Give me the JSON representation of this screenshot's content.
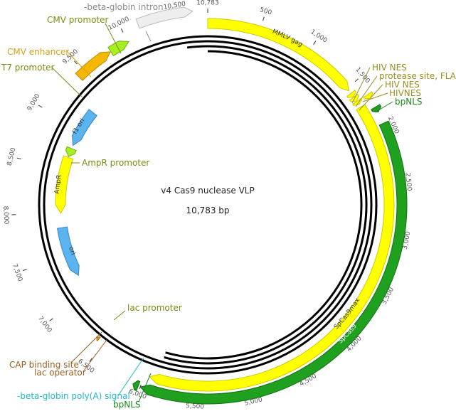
{
  "map": {
    "name": "v4 Cas9 nuclease VLP",
    "length_label": "10,783 bp",
    "length": 10783,
    "tick_step": 500
  },
  "features": [
    {
      "name": "MMLV gag",
      "start": 0,
      "end": 1530,
      "color": "#ffff00",
      "edge": "#cccc00",
      "track": "outer1",
      "strand": "+",
      "label_inside": true
    },
    {
      "name": "HIV NES",
      "start": 1560,
      "end": 1600,
      "color": "#ffff00",
      "edge": "#cccc00",
      "track": "outer1",
      "strand": "+"
    },
    {
      "name": "protease site, FLAG",
      "start": 1605,
      "end": 1650,
      "color": "#ffff00",
      "edge": "#cccc00",
      "track": "outer1",
      "strand": "+"
    },
    {
      "name": "HIV NES",
      "start": 1655,
      "end": 1690,
      "color": "#ffff00",
      "edge": "#cccc00",
      "track": "outer1",
      "strand": "+"
    },
    {
      "name": "HIVNES",
      "start": 1660,
      "end": 1700,
      "color": "#ffff00",
      "edge": "#cccc00",
      "track": "outer2",
      "strand": "+"
    },
    {
      "name": "bpNLS",
      "start": 1790,
      "end": 1840,
      "color": "#1fa01f",
      "edge": "#127012",
      "track": "outer2",
      "strand": "+"
    },
    {
      "name": "SpCas9max",
      "start": 1720,
      "end": 5950,
      "color": "#ffff00",
      "edge": "#cccc00",
      "track": "outer1",
      "strand": "+",
      "label_inside": true
    },
    {
      "name": "SpCas9",
      "start": 1950,
      "end": 6000,
      "color": "#1fa01f",
      "edge": "#127012",
      "track": "outer2",
      "strand": "+",
      "label_inside": true
    },
    {
      "name": "bpNLS",
      "start": 6020,
      "end": 6070,
      "color": "#1fa01f",
      "edge": "#127012",
      "track": "outer2",
      "strand": "+"
    },
    {
      "name": "lac operator",
      "start": 6560,
      "end": 6585,
      "color": "#e0a020",
      "edge": "#b07010",
      "track": "outer0",
      "strand": "+"
    },
    {
      "name": "ori",
      "start": 7230,
      "end": 7820,
      "color": "#5ab4f0",
      "edge": "#3a84c0",
      "track": "inner",
      "strand": "-",
      "label_inside": true
    },
    {
      "name": "AmpR",
      "start": 7990,
      "end": 8650,
      "color": "#ffff00",
      "edge": "#cccc00",
      "track": "inner",
      "strand": "-",
      "label_inside": true
    },
    {
      "name": "AmpR promoter",
      "start": 8660,
      "end": 8760,
      "color": "#a6f020",
      "edge": "#70b010",
      "track": "inner",
      "strand": "-"
    },
    {
      "name": "f1 ori",
      "start": 8800,
      "end": 9250,
      "color": "#5ab4f0",
      "edge": "#3a84c0",
      "track": "inner",
      "strand": "-",
      "label_inside": true
    },
    {
      "name": "CMV enhancer",
      "start": 9430,
      "end": 9810,
      "color": "#f5b800",
      "edge": "#c08800",
      "track": "outer1",
      "strand": "+"
    },
    {
      "name": "CMV promoter",
      "start": 9815,
      "end": 10010,
      "color": "#a6f020",
      "edge": "#70b010",
      "track": "outer1",
      "strand": "+"
    },
    {
      "name": "-beta-globin intron",
      "start": 10150,
      "end": 10650,
      "color": "#eeeeee",
      "edge": "#bbbbbb",
      "track": "outer2",
      "strand": "+"
    }
  ],
  "labels": {
    "beta_globin_intron": "-beta-globin intron",
    "cmv_promoter": "CMV promoter",
    "cmv_enhancer": "CMV enhancer",
    "t7_promoter": "T7 promoter",
    "hiv_nes_1": "HIV NES",
    "protease_flag": "protease site, FLAG",
    "hiv_nes_2": "HIV NES",
    "hivnes": "HIVNES",
    "bpnls_top": "bpNLS",
    "ampr_promoter": "AmpR promoter",
    "lac_promoter": "lac promoter",
    "cap_site": "CAP binding site",
    "lac_operator": "lac operator",
    "polya": "-beta-globin poly(A) signal",
    "bpnls_bottom": "bpNLS",
    "end_tick": "10,783"
  },
  "colors": {
    "olive": "#7f8a10",
    "orange": "#d4a017",
    "green": "#1a8a1a",
    "brown": "#9a6020",
    "cyan": "#20b8c8",
    "grey": "#888888"
  }
}
